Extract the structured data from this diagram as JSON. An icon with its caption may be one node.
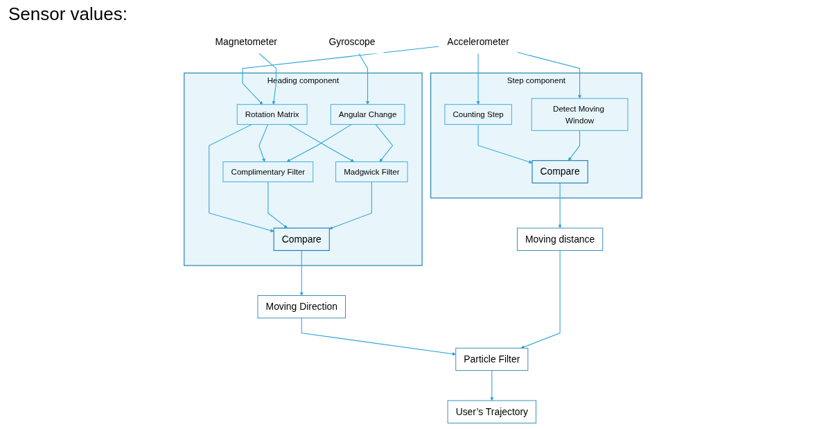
{
  "diagram": {
    "nodes": [
      {
        "text": [
          "Accelerometer"
        ]
      },
      {
        "text": [
          "Magnetometer"
        ]
      },
      {
        "text": [
          "Gyroscope"
        ]
      },
      {
        "text": [
          "Step component"
        ]
      },
      {
        "text": [
          "Counting Step"
        ],
        "in": 3
      },
      {
        "text": [
          "Detect Moving Window"
        ],
        "in": 3
      },
      {
        "text": [
          "Compare"
        ],
        "in": 3
      },
      {
        "text": [
          "Heading component"
        ]
      },
      {
        "text": [
          "Rotation Matrix"
        ],
        "in": 7
      },
      {
        "text": [
          "Angular Change"
        ],
        "in": 7
      },
      {
        "text": [
          "Complimentary Filter"
        ],
        "in": 7
      },
      {
        "text": [
          "Madgwick Filter"
        ],
        "in": 7
      },
      {
        "text": [
          "Compare"
        ],
        "in": 7
      },
      {
        "text": [
          "Moving Direction"
        ]
      },
      {
        "text": [
          "Moving distance"
        ]
      },
      {
        "text": [
          "Particle Filter"
        ]
      },
      {
        "text": [
          "User’s Trajectory"
        ]
      }
    ],
    "edges": [
      {
        "from": 0,
        "to": 4,
        "arrow": "to"
      },
      {
        "from": 0,
        "to": 5,
        "arrow": "to"
      },
      {
        "from": 0,
        "to": 8,
        "arrow": "to"
      },
      {
        "from": 1,
        "to": 8,
        "arrow": "to"
      },
      {
        "from": 2,
        "to": 9,
        "arrow": "to"
      },
      {
        "from": 4,
        "to": 6,
        "arrow": "to"
      },
      {
        "from": 5,
        "to": 6,
        "arrow": "to"
      },
      {
        "from": 8,
        "to": 12,
        "arrow": "to"
      },
      {
        "from": 8,
        "to": 10,
        "arrow": "to"
      },
      {
        "from": 8,
        "to": 11,
        "arrow": "to"
      },
      {
        "from": 9,
        "to": 10,
        "arrow": "to"
      },
      {
        "from": 9,
        "to": 11,
        "arrow": "to"
      },
      {
        "from": 10,
        "to": 12,
        "arrow": "to"
      },
      {
        "from": 11,
        "to": 12,
        "arrow": "to"
      },
      {
        "from": 6,
        "to": 14,
        "arrow": "to"
      },
      {
        "from": 12,
        "to": 13,
        "arrow": "to"
      },
      {
        "from": 13,
        "to": 15,
        "arrow": "to"
      },
      {
        "from": 14,
        "to": 15,
        "arrow": "to"
      },
      {
        "from": 15,
        "to": 16,
        "arrow": "to"
      }
    ],
    "labels": [
      "Sensor values:"
    ]
  }
}
